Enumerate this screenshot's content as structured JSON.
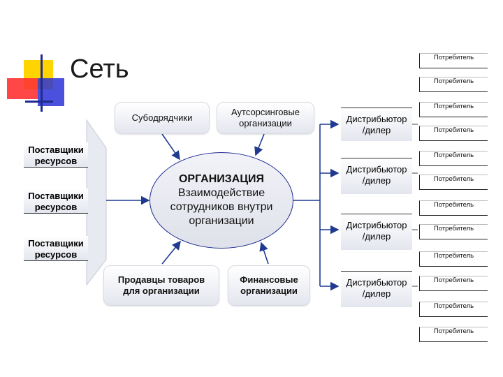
{
  "slide": {
    "title": "Сеть"
  },
  "organization": {
    "line1": "ОРГАНИЗАЦИЯ",
    "line2": "Взаимодействие",
    "line3": "сотрудников внутри",
    "line4": "организации"
  },
  "top_boxes": {
    "subcontractors": "Субодрядчики",
    "outsourcing_l1": "Аутсорсинговые",
    "outsourcing_l2": "организации"
  },
  "bottom_boxes": {
    "sellers_l1": "Продавцы товаров",
    "sellers_l2": "для организации",
    "financial_l1": "Финансовые",
    "financial_l2": "организации"
  },
  "suppliers": [
    {
      "l1": "Поставщики",
      "l2": "ресурсов"
    },
    {
      "l1": "Поставщики",
      "l2": "ресурсов"
    },
    {
      "l1": "Поставщики",
      "l2": "ресурсов"
    }
  ],
  "distributors": [
    {
      "l1": "Дистрибьютор",
      "l2": "/дилер"
    },
    {
      "l1": "Дистрибьютор",
      "l2": "/дилер"
    },
    {
      "l1": "Дистрибьютор",
      "l2": "/дилер"
    },
    {
      "l1": "Дистрибьютор",
      "l2": "/дилер"
    }
  ],
  "consumers": [
    "Потребитель",
    "Потребитель",
    "Потребитель",
    "Потребитель",
    "Потребитель",
    "Потребитель",
    "Потребитель",
    "Потребитель",
    "Потребитель",
    "Потребитель",
    "Потребитель",
    "Потребитель"
  ],
  "colors": {
    "accent": "#1f2b8f",
    "deco_yellow": "#ffd700",
    "deco_red": "#ff3b3b",
    "deco_blue": "#2b33d6"
  }
}
